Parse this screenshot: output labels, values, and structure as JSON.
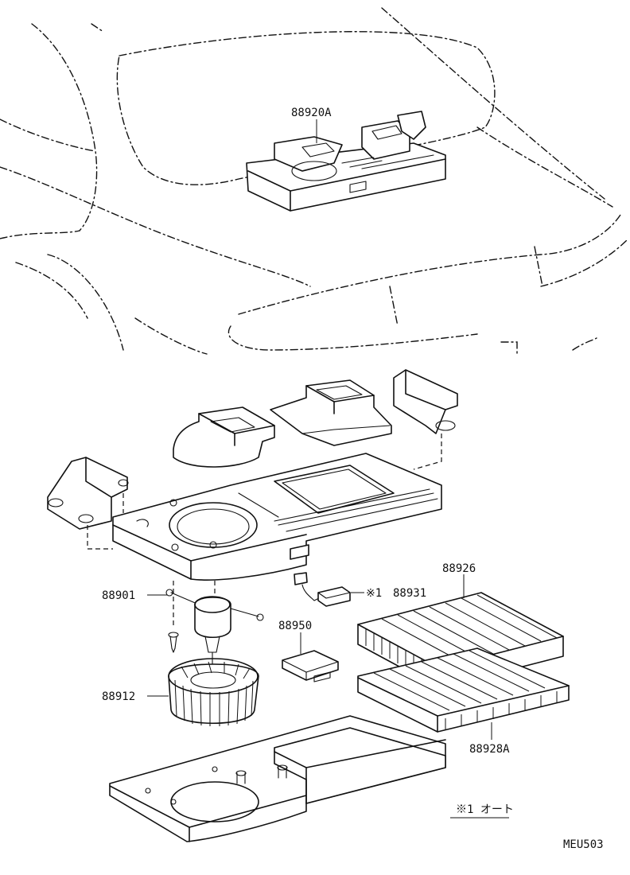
{
  "labels": {
    "assembly": "88920A",
    "motor": "88901",
    "blower_fan": "88912",
    "amplifier": "88950",
    "sensor_prefix": "※1",
    "sensor": "88931",
    "filter_upper": "88926",
    "filter_lower": "88928A",
    "note": "※1 オート",
    "diagram_code": "MEU503"
  }
}
